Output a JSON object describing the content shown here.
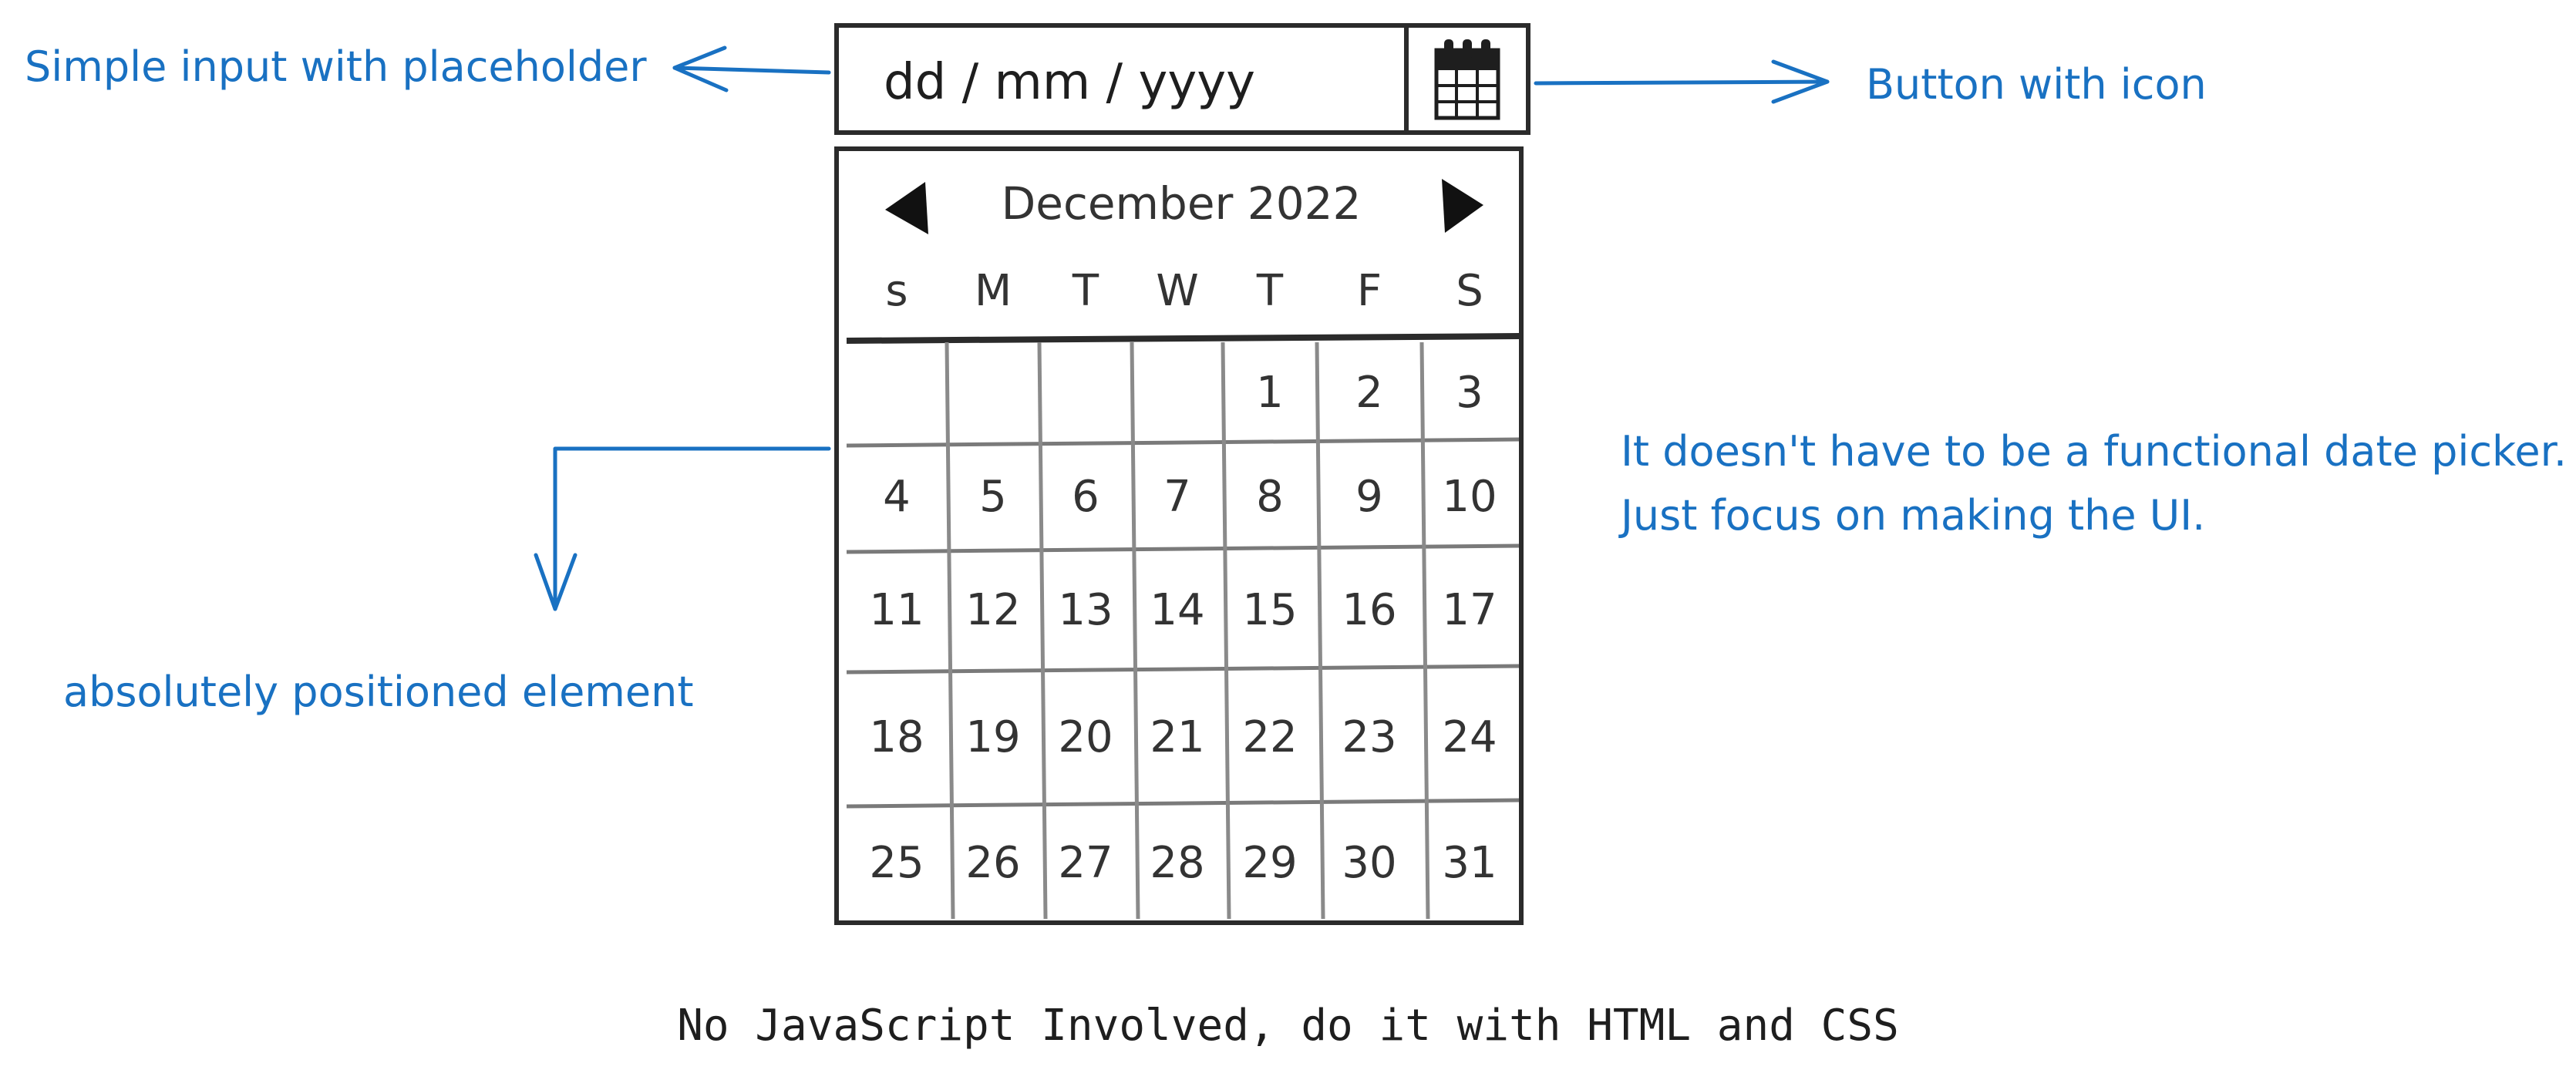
{
  "colors": {
    "annotation": "#1971c2",
    "sketch_stroke": "#2b2b2b",
    "grid_line": "#8a8a8a",
    "text": "#1e1e1e"
  },
  "date_input": {
    "placeholder": "dd / mm / yyyy",
    "button_icon": "calendar-icon"
  },
  "calendar": {
    "month_label": "December 2022",
    "prev_icon": "triangle-left-icon",
    "next_icon": "triangle-right-icon",
    "weekdays": [
      "s",
      "M",
      "T",
      "W",
      "T",
      "F",
      "S"
    ],
    "weeks": [
      [
        "",
        "",
        "",
        "",
        "1",
        "2",
        "3"
      ],
      [
        "4",
        "5",
        "6",
        "7",
        "8",
        "9",
        "10"
      ],
      [
        "11",
        "12",
        "13",
        "14",
        "15",
        "16",
        "17"
      ],
      [
        "18",
        "19",
        "20",
        "21",
        "22",
        "23",
        "24"
      ],
      [
        "25",
        "26",
        "27",
        "28",
        "29",
        "30",
        "31"
      ]
    ]
  },
  "annotations": {
    "input": "Simple input with placeholder",
    "button": "Button with icon",
    "absolute": "absolutely positioned element",
    "note_line1": "It doesn't have to be a functional date picker.",
    "note_line2": "Just focus on making the UI."
  },
  "footer": "No JavaScript Involved, do it with HTML and CSS"
}
